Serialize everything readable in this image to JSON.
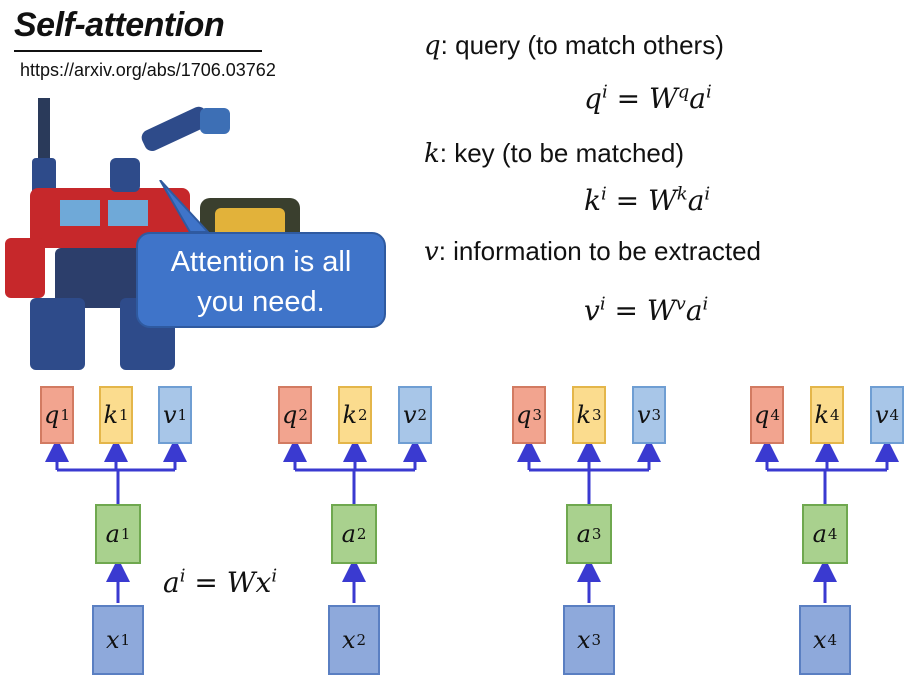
{
  "title": "Self-attention",
  "url": "https://arxiv.org/abs/1706.03762",
  "bubble": {
    "line1": "Attention is all",
    "line2": "you need."
  },
  "definitions": [
    {
      "symbol": "q",
      "text": ": query (to match others)",
      "eq_lhs": "q",
      "eq_rhs_w": "W",
      "eq_w_sup": "q",
      "eq_a": "a"
    },
    {
      "symbol": "k",
      "text": ": key (to be matched)",
      "eq_lhs": "k",
      "eq_rhs_w": "W",
      "eq_w_sup": "k",
      "eq_a": "a"
    },
    {
      "symbol": "v",
      "text": ": information to be extracted",
      "eq_lhs": "v",
      "eq_rhs_w": "W",
      "eq_w_sup": "v",
      "eq_a": "a"
    }
  ],
  "superscript_i": "i",
  "equals": "=",
  "embedding_eq": {
    "lhs": "a",
    "lhs_sup": "i",
    "w": "W",
    "x": "x",
    "x_sup": "i"
  },
  "columns": [
    {
      "index": "1",
      "q": "q",
      "k": "k",
      "v": "v",
      "a": "a",
      "x": "x"
    },
    {
      "index": "2",
      "q": "q",
      "k": "k",
      "v": "v",
      "a": "a",
      "x": "x"
    },
    {
      "index": "3",
      "q": "q",
      "k": "k",
      "v": "v",
      "a": "a",
      "x": "x"
    },
    {
      "index": "4",
      "q": "q",
      "k": "k",
      "v": "v",
      "a": "a",
      "x": "x"
    }
  ],
  "colors": {
    "query": "#f2a48f",
    "key": "#fbdc8e",
    "value": "#a8c6e8",
    "a_box": "#a9d18e",
    "x_box": "#8ea9db",
    "arrow": "#3a3ad0",
    "bubble": "#3f74c9"
  }
}
